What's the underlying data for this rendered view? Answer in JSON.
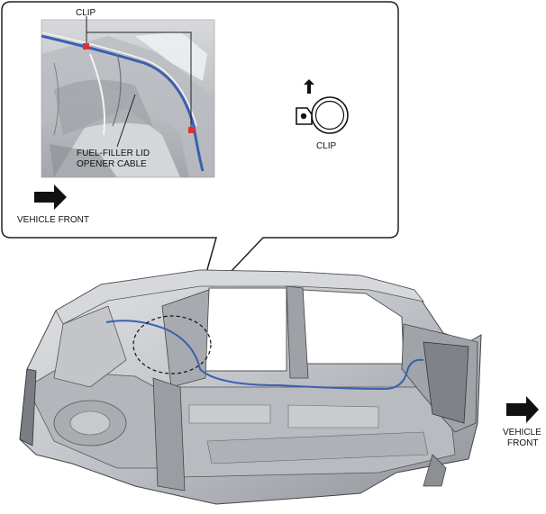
{
  "callout": {
    "clip_top_label": "CLIP",
    "cable_label_line1": "FUEL-FILLER LID",
    "cable_label_line2": "OPENER CABLE",
    "clip_detail_label": "CLIP",
    "vehicle_front_label": "VEHICLE FRONT"
  },
  "main": {
    "vehicle_front_line1": "VEHICLE",
    "vehicle_front_line2": "FRONT"
  },
  "colors": {
    "cable": "#3b5fb0",
    "clip_marker": "#e03030",
    "body_metal": "#c9cbd0",
    "outline": "#222222"
  }
}
